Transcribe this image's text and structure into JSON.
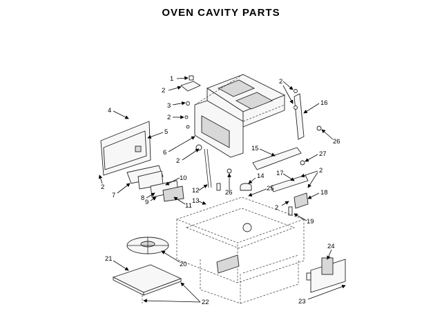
{
  "title": "OVEN CAVITY PARTS",
  "callouts": [
    "1",
    "2",
    "3",
    "2",
    "4",
    "5",
    "6",
    "2",
    "2",
    "7",
    "8",
    "9",
    "10",
    "11",
    "12",
    "13",
    "26",
    "14",
    "25",
    "2",
    "16",
    "26",
    "15",
    "27",
    "17",
    "2",
    "18",
    "2",
    "19",
    "20",
    "21",
    "22",
    "24",
    "23"
  ]
}
